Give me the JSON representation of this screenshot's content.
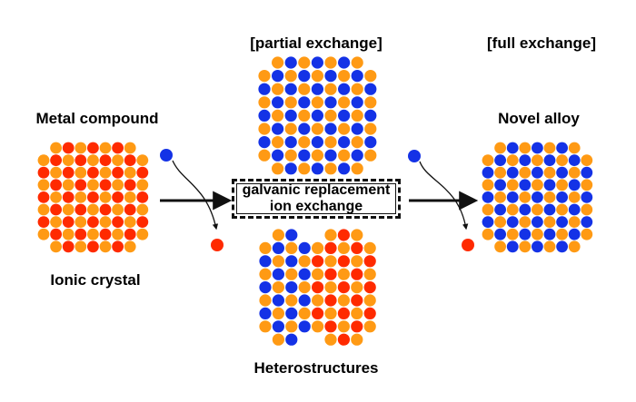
{
  "labels": {
    "metal_compound": "Metal compound",
    "ionic_crystal": "Ionic crystal",
    "partial_exchange": "[partial exchange]",
    "full_exchange": "[full exchange]",
    "novel_alloy": "Novel alloy",
    "heterostructures": "Heterostructures"
  },
  "process": {
    "line1": "galvanic replacement",
    "line2": "ion exchange"
  },
  "colors": {
    "red": "#ff2a00",
    "orange": "#ff9a14",
    "blue": "#1432e6",
    "ink": "#111111"
  },
  "lattices": {
    "ionic_crystal": "checkerboard of red and orange atoms",
    "partial_exchange": "checkerboard of orange and blue atoms",
    "full_exchange": "checkerboard of orange and blue atoms",
    "heterostructures": "left domain orange/blue, right domain red/orange"
  }
}
